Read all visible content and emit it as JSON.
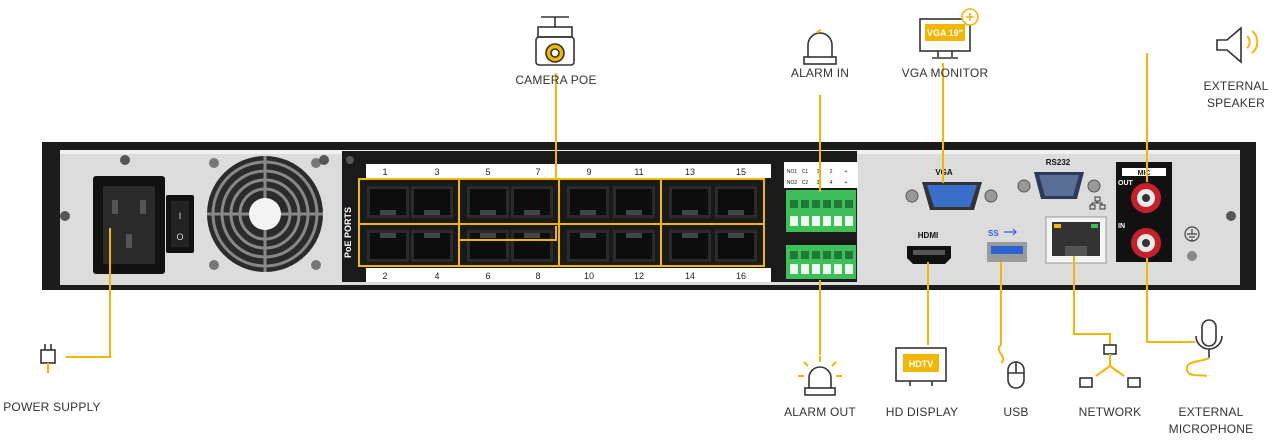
{
  "labels": {
    "camera_poe": "CAMERA POE",
    "alarm_in": "ALARM IN",
    "vga_monitor": "VGA MONITOR",
    "external_speaker_1": "EXTERNAL",
    "external_speaker_2": "SPEAKER",
    "power_supply": "POWER SUPPLY",
    "alarm_out": "ALARM OUT",
    "hd_display": "HD DISPLAY",
    "usb": "USB",
    "network": "NETWORK",
    "external_microphone_1": "EXTERNAL",
    "external_microphone_2": "MICROPHONE"
  },
  "icon_text": {
    "vga_screen": "VGA 19\"",
    "hdtv_screen": "HDTV"
  },
  "panel": {
    "poe_ports": "PoE PORTS",
    "top_ports": [
      "1",
      "3",
      "5",
      "7",
      "9",
      "11",
      "13",
      "15"
    ],
    "bottom_ports": [
      "2",
      "4",
      "6",
      "8",
      "10",
      "12",
      "14",
      "16"
    ],
    "vga": "VGA",
    "rs232": "RS232",
    "hdmi": "HDMI",
    "usb3": "SS",
    "mic": "MIC",
    "out": "OUT",
    "in": "IN",
    "switch_on": "I",
    "switch_off": "O",
    "alarm_row1": [
      "NO1",
      "C1",
      "1",
      "2",
      "+"
    ],
    "alarm_row2": [
      "NO2",
      "C2",
      "3",
      "4",
      "+"
    ]
  },
  "colors": {
    "accent": "#f2b705",
    "chassis": "#1c1c1c",
    "plate": "#dcdcdc",
    "terminal": "#3fbf5a",
    "vga_port": "#3a6fc9",
    "usb_port": "#2a63d4",
    "rca_red": "#c8202a"
  }
}
